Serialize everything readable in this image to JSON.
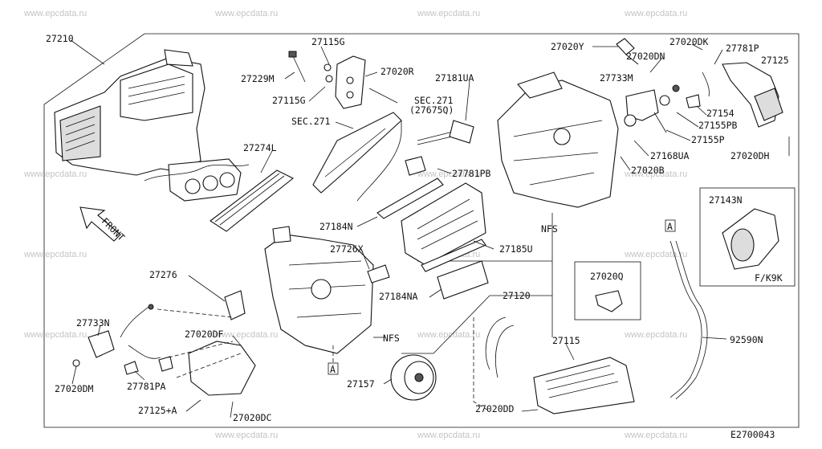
{
  "watermark": "www.epcdata.ru",
  "diagram_code": "E2700043",
  "front_label": "FRONT",
  "kit_label": "F/K9K",
  "box_label": "A",
  "nfs_label": "NFS",
  "labels": {
    "p27210": "27210",
    "p27115G_a": "27115G",
    "p27229M": "27229M",
    "p27115G_b": "27115G",
    "p27020R": "27020R",
    "p27181UA": "27181UA",
    "sec271_a": "SEC.271",
    "sec271_b": "SEC.271",
    "p27675Q": "(27675Q)",
    "p27020Y": "27020Y",
    "p27020DK": "27020DK",
    "p27781P": "27781P",
    "p27020DN": "27020DN",
    "p27125": "27125",
    "p27733M": "27733M",
    "p27154": "27154",
    "p27155PB": "27155PB",
    "p27155P": "27155P",
    "p27168UA": "27168UA",
    "p27020DH": "27020DH",
    "p27020B": "27020B",
    "p27274L": "27274L",
    "p27781PB": "27781PB",
    "p27184N": "27184N",
    "p27143N": "27143N",
    "p27726X": "27726X",
    "p27185U": "27185U",
    "p27276": "27276",
    "p27020Q": "27020Q",
    "p27184NA": "27184NA",
    "p27120": "27120",
    "p27733N": "27733N",
    "p27020DF": "27020DF",
    "p27115": "27115",
    "p92590N": "92590N",
    "p27020DM": "27020DM",
    "p27781PA": "27781PA",
    "p27157": "27157",
    "p27125A": "27125+A",
    "p27020DC": "27020DC",
    "p27020DD": "27020DD"
  }
}
